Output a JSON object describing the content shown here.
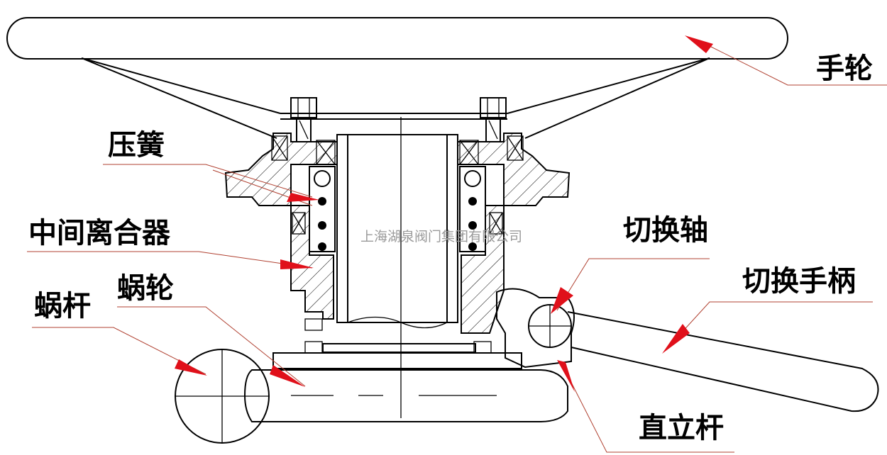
{
  "labels": {
    "handwheel": "手轮",
    "spring": "压簧",
    "clutch": "中间离合器",
    "switch_shaft": "切换轴",
    "switch_handle": "切换手柄",
    "worm": "蜗杆",
    "worm_wheel": "蜗轮",
    "upright_rod": "直立杆"
  },
  "watermark": "上海湖泉阀门集团有限公司",
  "colors": {
    "line": "#000000",
    "arrow": "#e0101a",
    "leader": "#b04030",
    "watermark": "#9a9a9a"
  }
}
